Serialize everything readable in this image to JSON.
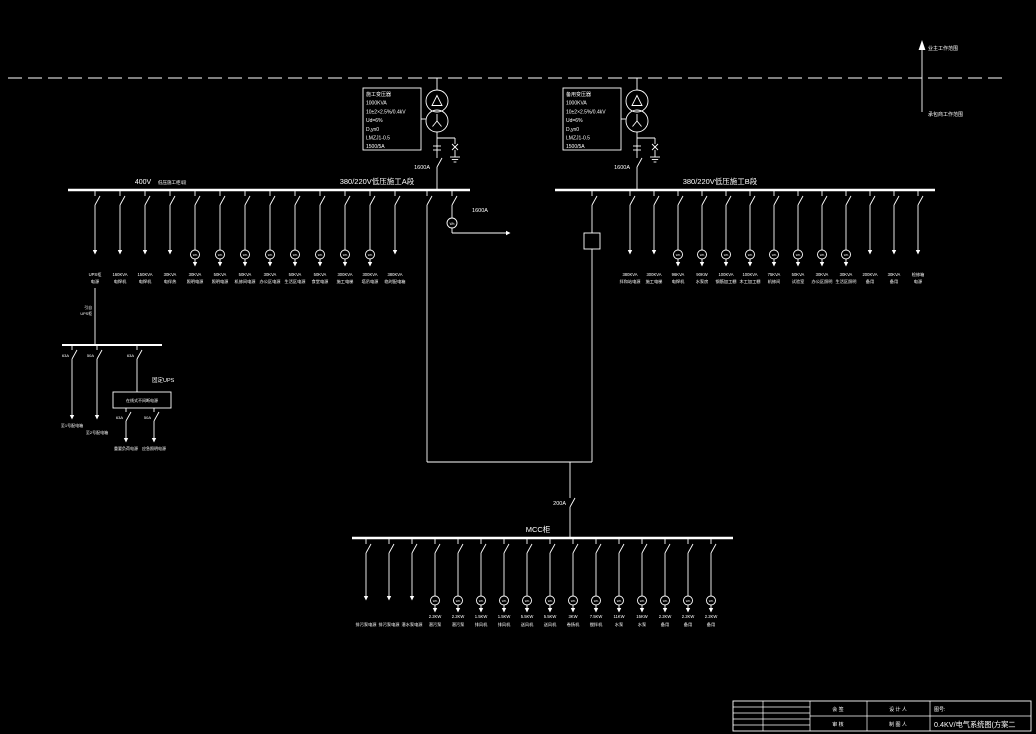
{
  "canvas": {
    "bg": "#000000",
    "ink": "#ffffff"
  },
  "boundary": {
    "upper_label": "业主工作范围",
    "lower_label": "承包商工作范围"
  },
  "transformers": [
    {
      "id": "T1",
      "amp": "1600A",
      "specs": [
        "施工变压器",
        "1000KVA",
        "10±2×2.5%/0.4kV",
        "Ud=6%",
        "D,yn0",
        "LMZJ1-0.5",
        "1500/5A"
      ]
    },
    {
      "id": "T2",
      "amp": "1600A",
      "specs": [
        "备用变压器",
        "1000KVA",
        "10±2×2.5%/0.4kV",
        "Ud=6%",
        "D,yn0",
        "LMZJ1-0.5",
        "1500/5A"
      ]
    }
  ],
  "bus_a": {
    "label": "380/220V低压施工A段",
    "voltage_label": "400V",
    "cabinet_label": "低压施工柜Ⅰ段",
    "feeders": [
      {
        "l1": "UPS柜",
        "l2": "电源",
        "meter": false
      },
      {
        "l1": "160KVA",
        "l2": "电焊机",
        "meter": false
      },
      {
        "l1": "150KVA",
        "l2": "电焊机",
        "meter": false
      },
      {
        "l1": "30KVA",
        "l2": "电伴热",
        "meter": false
      },
      {
        "l1": "30KVA",
        "l2": "照明电源",
        "meter": true
      },
      {
        "l1": "50KVA",
        "l2": "照明电源",
        "meter": true
      },
      {
        "l1": "50KVA",
        "l2": "机修间电源",
        "meter": true
      },
      {
        "l1": "30KVA",
        "l2": "办公区电源",
        "meter": true
      },
      {
        "l1": "50KVA",
        "l2": "生活区电源",
        "meter": true
      },
      {
        "l1": "50KVA",
        "l2": "食堂电源",
        "meter": true
      },
      {
        "l1": "300KVA",
        "l2": "施工电梯",
        "meter": true
      },
      {
        "l1": "300KVA",
        "l2": "塔吊电源",
        "meter": true
      },
      {
        "l1": "380KVA",
        "l2": "临时配电箱",
        "meter": false
      }
    ]
  },
  "bus_b": {
    "label": "380/220V低压施工B段",
    "feeders": [
      {
        "l1": "380KVA",
        "l2": "拌和站电源",
        "meter": false
      },
      {
        "l1": "300KVA",
        "l2": "施工电梯",
        "meter": false
      },
      {
        "l1": "96KVA",
        "l2": "电焊机",
        "meter": true
      },
      {
        "l1": "90KW",
        "l2": "水泵房",
        "meter": true
      },
      {
        "l1": "100KVA",
        "l2": "钢筋加工棚",
        "meter": true
      },
      {
        "l1": "100KVA",
        "l2": "木工加工棚",
        "meter": true
      },
      {
        "l1": "75KVA",
        "l2": "机修间",
        "meter": true
      },
      {
        "l1": "50KVA",
        "l2": "试验室",
        "meter": true
      },
      {
        "l1": "30KVA",
        "l2": "办公区照明",
        "meter": true
      },
      {
        "l1": "30KVA",
        "l2": "生活区照明",
        "meter": true
      },
      {
        "l1": "200KVA",
        "l2": "备用",
        "meter": false
      },
      {
        "l1": "30KVA",
        "l2": "备用",
        "meter": false
      },
      {
        "l1": "检修箱",
        "l2": "电源",
        "meter": false
      }
    ]
  },
  "tie": {
    "amp": "1600A"
  },
  "mcc": {
    "label": "MCC柜",
    "feed_amp": "200A",
    "feeders": [
      {
        "l1": "",
        "l2": "排污泵电源",
        "meter": false
      },
      {
        "l1": "",
        "l2": "排污泵电源",
        "meter": false
      },
      {
        "l1": "",
        "l2": "潜水泵电源",
        "meter": false
      },
      {
        "l1": "2.2KW",
        "l2": "潜污泵",
        "meter": true
      },
      {
        "l1": "2.2KW",
        "l2": "潜污泵",
        "meter": true
      },
      {
        "l1": "1.5KW",
        "l2": "排风机",
        "meter": true
      },
      {
        "l1": "1.5KW",
        "l2": "排风机",
        "meter": true
      },
      {
        "l1": "5.5KW",
        "l2": "送风机",
        "meter": true
      },
      {
        "l1": "5.5KW",
        "l2": "送风机",
        "meter": true
      },
      {
        "l1": "3KW",
        "l2": "卷扬机",
        "meter": true
      },
      {
        "l1": "7.5KW",
        "l2": "搅拌机",
        "meter": true
      },
      {
        "l1": "11KW",
        "l2": "水泵",
        "meter": true
      },
      {
        "l1": "15KW",
        "l2": "水泵",
        "meter": true
      },
      {
        "l1": "2.2KW",
        "l2": "备用",
        "meter": true
      },
      {
        "l1": "2.2KW",
        "l2": "备用",
        "meter": true
      },
      {
        "l1": "2.2KW",
        "l2": "备用",
        "meter": true
      }
    ]
  },
  "ups": {
    "note": [
      "引自",
      "UPS柜"
    ],
    "branch_amps": [
      "63A",
      "50A",
      "63A"
    ],
    "branch_labels": [
      "至1号配电箱",
      "至2号配电箱"
    ],
    "box_label": "固定UPS",
    "box_text": "在线式不间断电源",
    "output_amps": [
      "63A",
      "50A"
    ],
    "output_labels": [
      "重要负荷电源",
      "应急照明电源"
    ]
  },
  "titleblock": {
    "cells": [
      [
        "会 签",
        "设 计 人"
      ],
      [
        "审 核",
        "制 图 人"
      ]
    ],
    "drawing_no_label": "图号:",
    "title": "0.4KV/电气系统图(方案二"
  }
}
